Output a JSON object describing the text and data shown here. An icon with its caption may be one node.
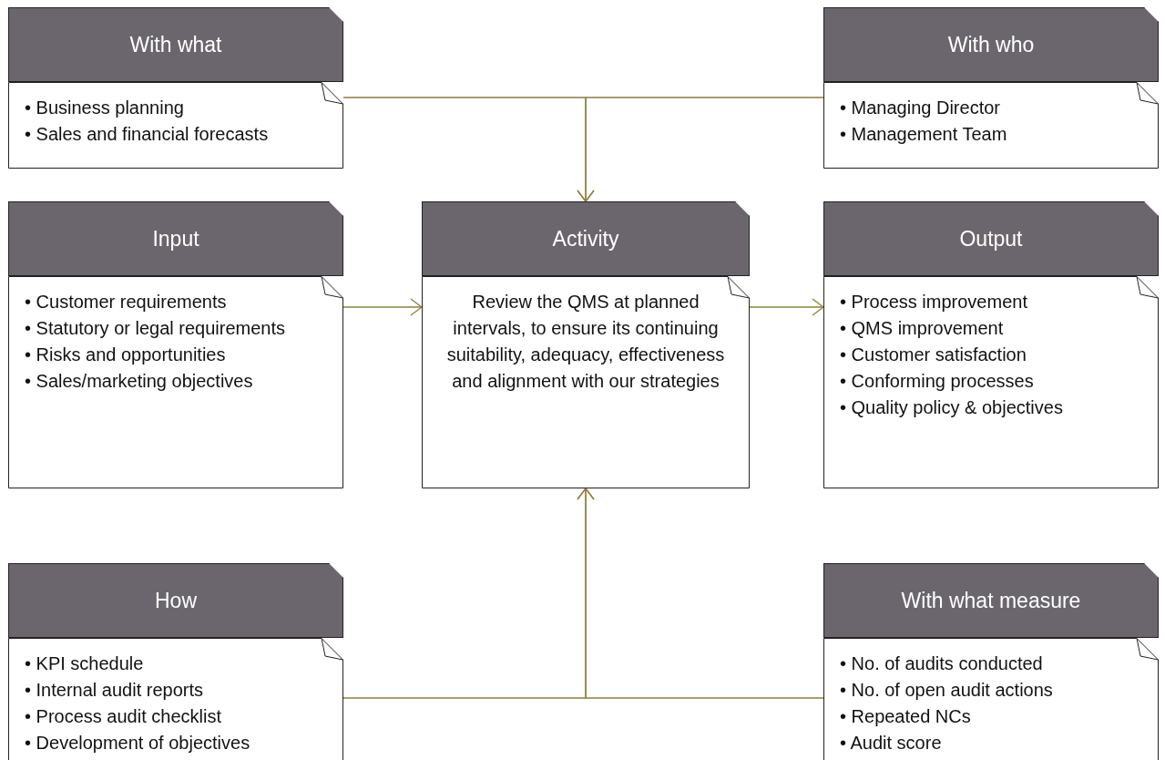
{
  "diagram": {
    "nodes": [
      {
        "text": [
          "With what",
          "• Business planning",
          "• Sales and financial forecasts"
        ]
      },
      {
        "text": [
          "With who",
          "• Managing Director",
          "• Management Team"
        ]
      },
      {
        "text": [
          "Input",
          "• Customer requirements",
          "• Statutory or legal requirements",
          "• Risks and opportunities",
          "• Sales/marketing objectives"
        ]
      },
      {
        "text": [
          "Activity",
          "Review the QMS at planned intervals, to ensure its continuing suitability, adequacy, effectiveness and alignment with our strategies"
        ]
      },
      {
        "text": [
          "Output",
          "• Process improvement",
          "• QMS improvement",
          "• Customer satisfaction",
          "• Conforming processes",
          "• Quality policy & objectives"
        ]
      },
      {
        "text": [
          "How",
          "• KPI schedule",
          "• Internal audit reports",
          "• Process audit checklist",
          "• Development of objectives"
        ]
      },
      {
        "text": [
          "With what measure",
          "• No. of audits conducted",
          "• No. of open audit actions",
          "• Repeated NCs",
          "• Audit score"
        ]
      }
    ],
    "edges": [
      {
        "from": 0,
        "to": 3,
        "arrow": "to"
      },
      {
        "from": 1,
        "to": 3,
        "arrow": "to"
      },
      {
        "from": 2,
        "to": 3,
        "arrow": "to"
      },
      {
        "from": 3,
        "to": 4,
        "arrow": "to"
      },
      {
        "from": 5,
        "to": 3,
        "arrow": "to"
      },
      {
        "from": 6,
        "to": 3,
        "arrow": "to"
      }
    ]
  }
}
